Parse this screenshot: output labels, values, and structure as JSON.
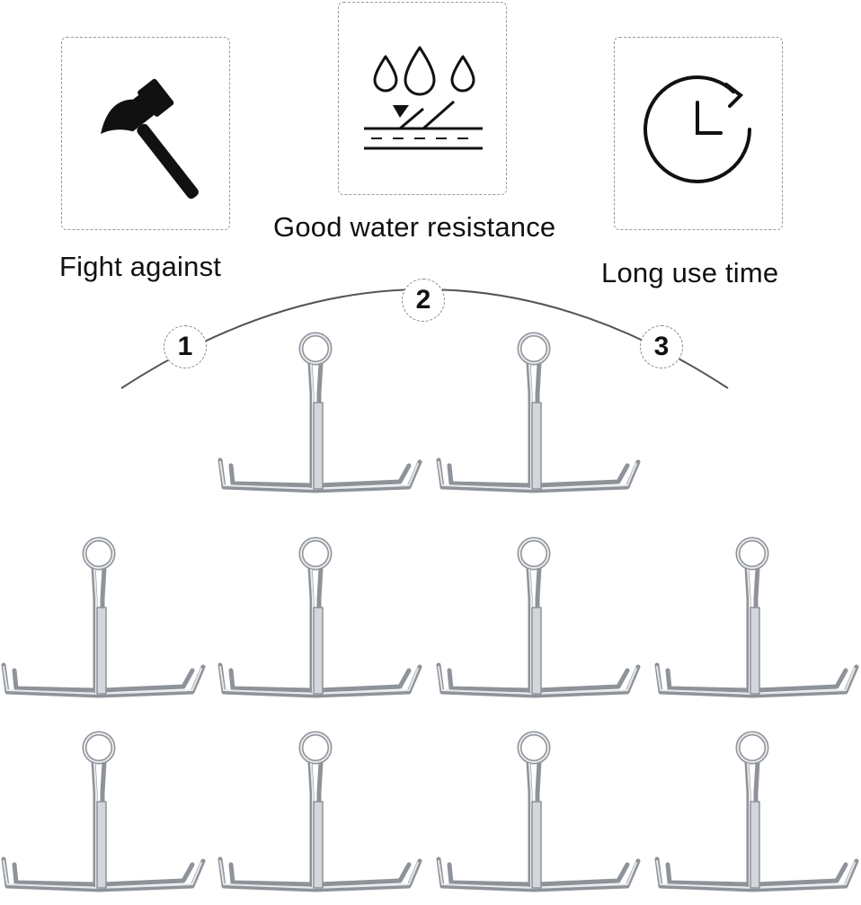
{
  "features": [
    {
      "caption": "Fight against",
      "icon": "hammer-icon"
    },
    {
      "caption": "Good water resistance",
      "icon": "water-drops-icon"
    },
    {
      "caption": "Long use time",
      "icon": "clock-icon"
    }
  ],
  "steps": [
    "1",
    "2",
    "3"
  ],
  "colors": {
    "icon": "#111111",
    "arc": "#555555",
    "border": "#9a9a9a",
    "metal": "#b8bcc2"
  }
}
